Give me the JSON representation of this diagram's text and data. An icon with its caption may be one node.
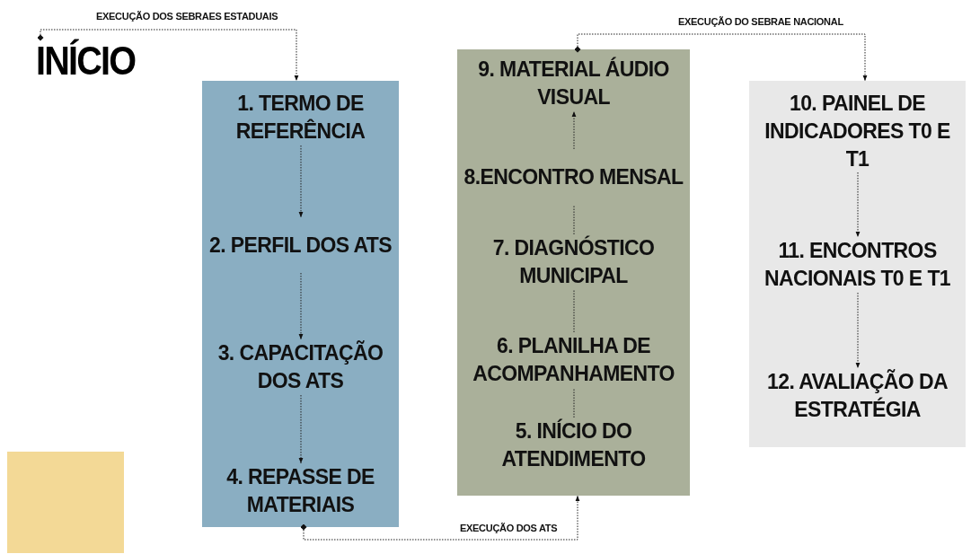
{
  "diagram": {
    "nodes": [
      {
        "text": [
          "INÍCIO"
        ]
      },
      {
        "text": [],
        "shape": "box"
      },
      {
        "text": [
          "1. TERMO DE REFERÊNCIA"
        ],
        "in": 1
      },
      {
        "text": [
          "2. PERFIL DOS ATS"
        ],
        "in": 1
      },
      {
        "text": [
          "3. CAPACITAÇÃO DOS ATS"
        ],
        "in": 1
      },
      {
        "text": [
          "4. REPASSE DE MATERIAIS"
        ],
        "in": 1
      },
      {
        "text": [],
        "shape": "box"
      },
      {
        "text": [
          "9. MATERIAL ÁUDIO VISUAL"
        ],
        "in": 6
      },
      {
        "text": [
          "8.ENCONTRO MENSAL"
        ],
        "in": 6
      },
      {
        "text": [
          "7. DIAGNÓSTICO MUNICIPAL"
        ],
        "in": 6
      },
      {
        "text": [
          "6. PLANILHA DE ACOMPANHAMENTO"
        ],
        "in": 6
      },
      {
        "text": [
          "5. INÍCIO DO ATENDIMENTO"
        ],
        "in": 6
      },
      {
        "text": [],
        "shape": "box"
      },
      {
        "text": [
          "10. PAINEL DE INDICADORES T0 E T1"
        ],
        "in": 12
      },
      {
        "text": [
          "11. ENCONTROS NACIONAIS T0 E T1"
        ],
        "in": 12
      },
      {
        "text": [
          "12. AVALIAÇÃO DA ESTRATÉGIA"
        ],
        "in": 12
      },
      {
        "text": [],
        "shape": "box"
      }
    ],
    "edges": [
      {
        "from": 0,
        "to": 1,
        "arrow": "to",
        "label": "EXECUÇÃO DOS SEBRAES ESTADUAIS"
      },
      {
        "from": 6,
        "to": 12,
        "arrow": "to",
        "label": "EXECUÇÃO DO SEBRAE NACIONAL"
      },
      {
        "from": 1,
        "to": 6,
        "arrow": "to",
        "label": "EXECUÇÃO DOS ATS"
      },
      {
        "from": 2,
        "to": 3,
        "arrow": "to"
      },
      {
        "from": 3,
        "to": 4,
        "arrow": "to"
      },
      {
        "from": 4,
        "to": 5,
        "arrow": "to"
      },
      {
        "from": 11,
        "to": 10,
        "arrow": "none"
      },
      {
        "from": 10,
        "to": 9,
        "arrow": "none"
      },
      {
        "from": 9,
        "to": 8,
        "arrow": "none"
      },
      {
        "from": 8,
        "to": 7,
        "arrow": "to"
      },
      {
        "from": 13,
        "to": 14,
        "arrow": "to"
      },
      {
        "from": 14,
        "to": 15,
        "arrow": "to"
      }
    ]
  }
}
